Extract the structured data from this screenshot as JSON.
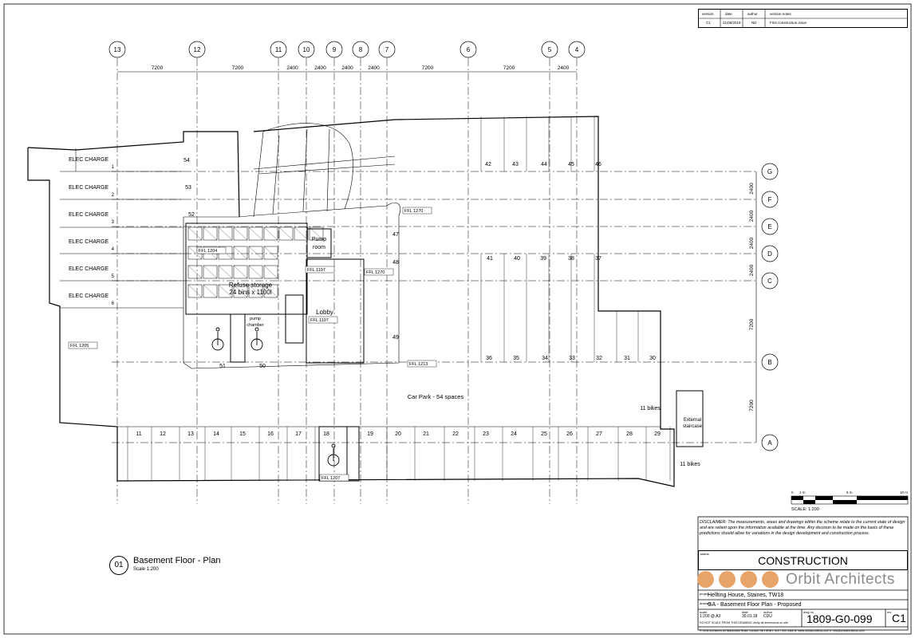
{
  "grid": {
    "columns": [
      "13",
      "12",
      "11",
      "10",
      "9",
      "8",
      "7",
      "6",
      "5",
      "4"
    ],
    "column_spacing": [
      "7200",
      "7200",
      "2400",
      "2400",
      "2400",
      "2400",
      "7200",
      "7200",
      "2400"
    ],
    "rows": [
      "G",
      "F",
      "E",
      "D",
      "C",
      "B",
      "A"
    ],
    "row_spacing": [
      "2400",
      "2400",
      "2400",
      "2400",
      "7200",
      "7200"
    ]
  },
  "labels": {
    "elec_charge": "ELEC CHARGE",
    "elec_numbers": [
      "1",
      "2",
      "3",
      "4",
      "5",
      "6"
    ],
    "bay_numbers_left": [
      "54",
      "53",
      "52"
    ],
    "bays_upper": [
      "42",
      "43",
      "44",
      "45",
      "46"
    ],
    "bays_mid_upper": [
      "47",
      "48"
    ],
    "bays_mid": [
      "41",
      "40",
      "39",
      "38",
      "37"
    ],
    "bay_49": "49",
    "bays_lower": [
      "36",
      "35",
      "34",
      "33",
      "32",
      "31",
      "30"
    ],
    "bays_bottom": [
      "11",
      "12",
      "13",
      "14",
      "15",
      "16",
      "17",
      "18",
      "19",
      "20",
      "21",
      "22",
      "23",
      "24",
      "25",
      "26",
      "27",
      "28",
      "29"
    ],
    "bays_disabled": [
      "51",
      "50"
    ],
    "ffl": [
      "FFL 1270",
      "FFL 1204",
      "FFL 1197",
      "FFL 1270",
      "FFL 1197",
      "FFL 1205",
      "FFL 1213",
      "FFL 1207"
    ],
    "pump_room": [
      "Pump",
      "room"
    ],
    "refuse": [
      "Refuse storage",
      "24 bins x 1100l"
    ],
    "pump_chamber": [
      "pump",
      "chamber"
    ],
    "lobby": "Lobby",
    "car_park": "Car Park - 54 spaces",
    "bikes_upper": "11 bikes",
    "bikes_lower": "11 bikes",
    "external_staircase": [
      "External",
      "staircase"
    ]
  },
  "scale_bar": {
    "ticks": [
      "0",
      "1 m",
      "5 m",
      "10 m"
    ],
    "label": "SCALE: 1:200"
  },
  "title_block": {
    "version_table": {
      "headers": [
        "version",
        "date",
        "author",
        "version notes"
      ],
      "row": [
        "C1",
        "21/06/2019",
        "ND",
        "First construction issue"
      ]
    },
    "disclaimer": "DISCLAIMER: The measurements, areas and drawings within the scheme relate to the current state of design and are reliant upon the information available at the time. Any decision to be made on the basis of these predictions should allow for variations in the design development and construction process.",
    "status_label": "status",
    "status": "CONSTRUCTION",
    "company": "Orbit Architects",
    "project_label": "project",
    "project": "Hellting House, Staines, TW18",
    "drawing_label": "drawing",
    "drawing": "GA - Basement Floor Plan - Proposed",
    "meta_labels": [
      "scale",
      "date",
      "author"
    ],
    "scale": "1:200 @ A3",
    "date": "30.01.18",
    "author": "CDU",
    "number_label": "dwg no",
    "number": "1809-G0-099",
    "revision_label": "rev",
    "revision": "C1",
    "do_not_scale": "DO NOT SCALE FROM THIS DRAWING   Verify all dimensions on site",
    "footer": "© Orbit Architects   83 Blackfriars Road, London SE1 8HA   t. 020 7593 3380   w. www.orbitarchitects.com   e. info@orbitarchitects.com"
  },
  "drawing_title": {
    "number": "01",
    "title": "Basement Floor - Plan",
    "scale": "Scale 1:200"
  }
}
